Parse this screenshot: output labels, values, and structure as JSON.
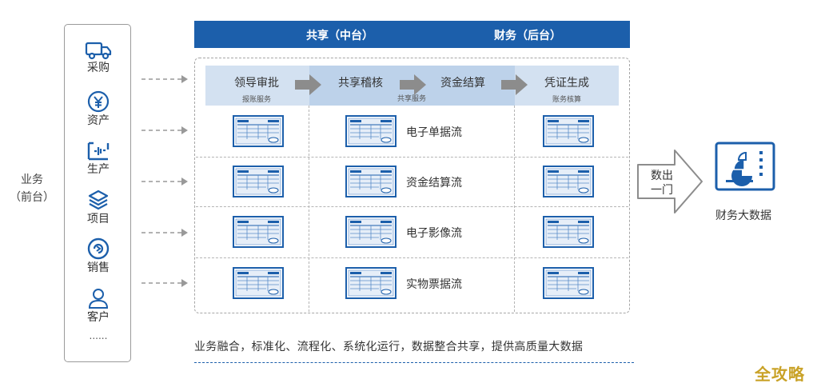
{
  "business_label": [
    "业务",
    "（前台）"
  ],
  "modules": [
    {
      "label": "采购",
      "icon": "truck-icon"
    },
    {
      "label": "资产",
      "icon": "yen-coin-icon"
    },
    {
      "label": "生产",
      "icon": "production-icon"
    },
    {
      "label": "项目",
      "icon": "layers-icon"
    },
    {
      "label": "销售",
      "icon": "sales-icon"
    },
    {
      "label": "客户",
      "icon": "user-icon"
    }
  ],
  "modules_more": "......",
  "header": {
    "left": "共享（中台）",
    "right": "财务（后台）"
  },
  "process_steps": [
    {
      "title": "领导审批",
      "sub": "报账服务"
    },
    {
      "title": "共享稽核",
      "sub": "共享服务"
    },
    {
      "title": "资金结算",
      "sub": ""
    },
    {
      "title": "凭证生成",
      "sub": "账务核算"
    }
  ],
  "flows": [
    "电子单据流",
    "资金结算流",
    "电子影像流",
    "实物票据流"
  ],
  "bottom_text": "业务融合，标准化、流程化、系统化运行，数据整合共享，提供高质量大数据",
  "output_arrow": [
    "数出",
    "一门"
  ],
  "output_label": "财务大数据",
  "watermark": "全攻略",
  "colors": {
    "primary": "#1c5fab",
    "band_light": "#d3e1f1",
    "band_mid": "#bdd2ea",
    "arrow_grey": "#8c8c8c"
  }
}
